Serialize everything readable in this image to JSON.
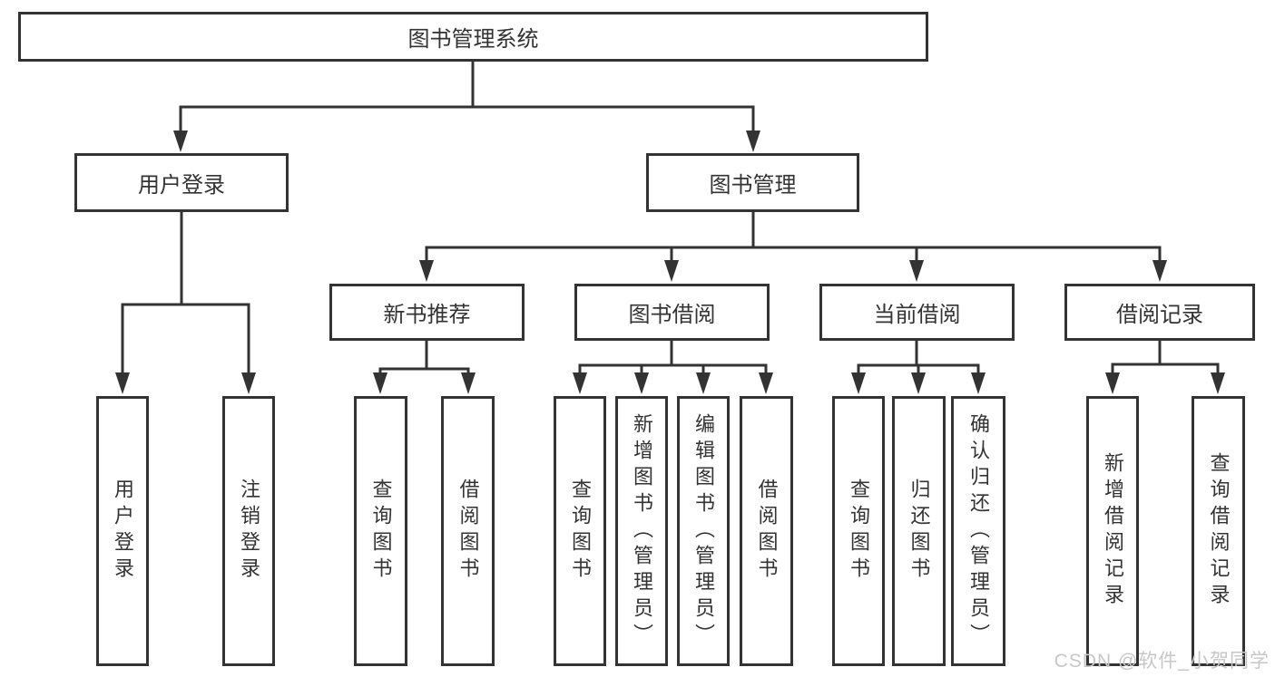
{
  "colors": {
    "line": "#333333",
    "text": "#333333",
    "box_background": "#ffffff",
    "watermark": "#c7c7c7"
  },
  "watermark": "CSDN @软件_小贺同学",
  "tree": {
    "root": "图书管理系统",
    "branches": [
      {
        "label": "用户登录",
        "children": [
          "用户登录",
          "注销登录"
        ]
      },
      {
        "label": "图书管理",
        "groups": [
          {
            "label": "新书推荐",
            "children": [
              "查询图书",
              "借阅图书"
            ]
          },
          {
            "label": "图书借阅",
            "children": [
              "查询图书",
              "新增图书（管理员）",
              "编辑图书（管理员）",
              "借阅图书"
            ]
          },
          {
            "label": "当前借阅",
            "children": [
              "查询图书",
              "归还图书",
              "确认归还（管理员）"
            ]
          },
          {
            "label": "借阅记录",
            "children": [
              "新增借阅记录",
              "查询借阅记录"
            ]
          }
        ]
      }
    ]
  }
}
